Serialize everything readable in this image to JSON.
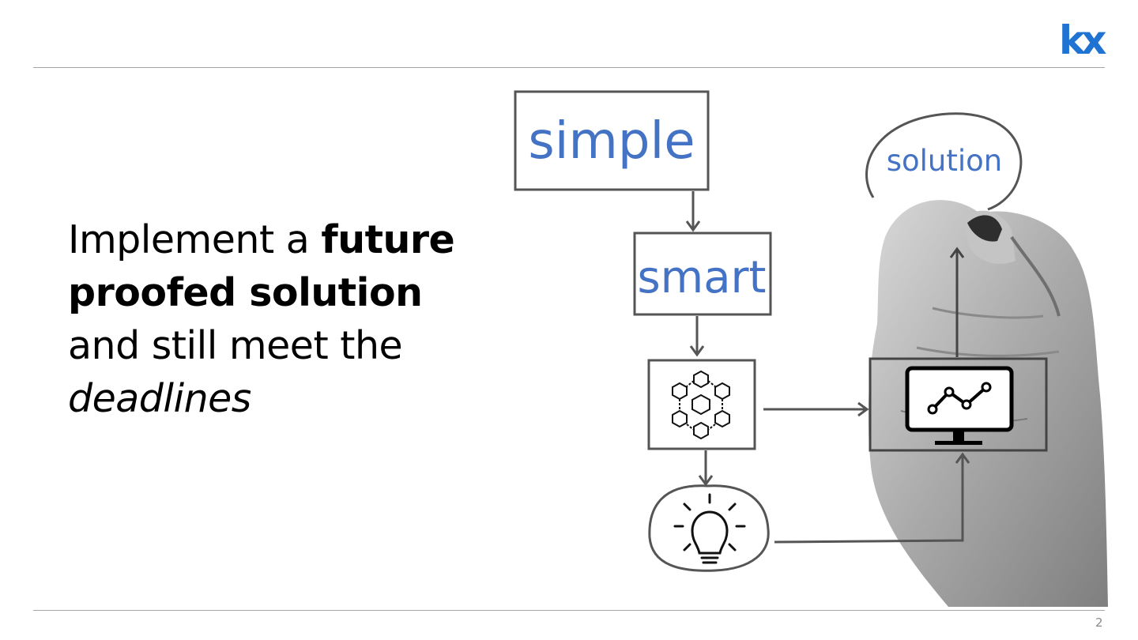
{
  "brand": {
    "logo_text": "kx",
    "color": "#1f73d2"
  },
  "slide": {
    "page_number": "2",
    "headline": {
      "part1": "Implement a ",
      "part2": "future",
      "part3": "proofed solution",
      "part4": "and  still meet the",
      "part5": "deadlines"
    }
  },
  "diagram": {
    "box_simple": "simple",
    "box_smart": "smart",
    "bubble_solution": "solution",
    "text_color": "#4472c4",
    "icons": [
      "blockchain-network-icon",
      "lightbulb-icon",
      "chart-monitor-icon"
    ]
  }
}
